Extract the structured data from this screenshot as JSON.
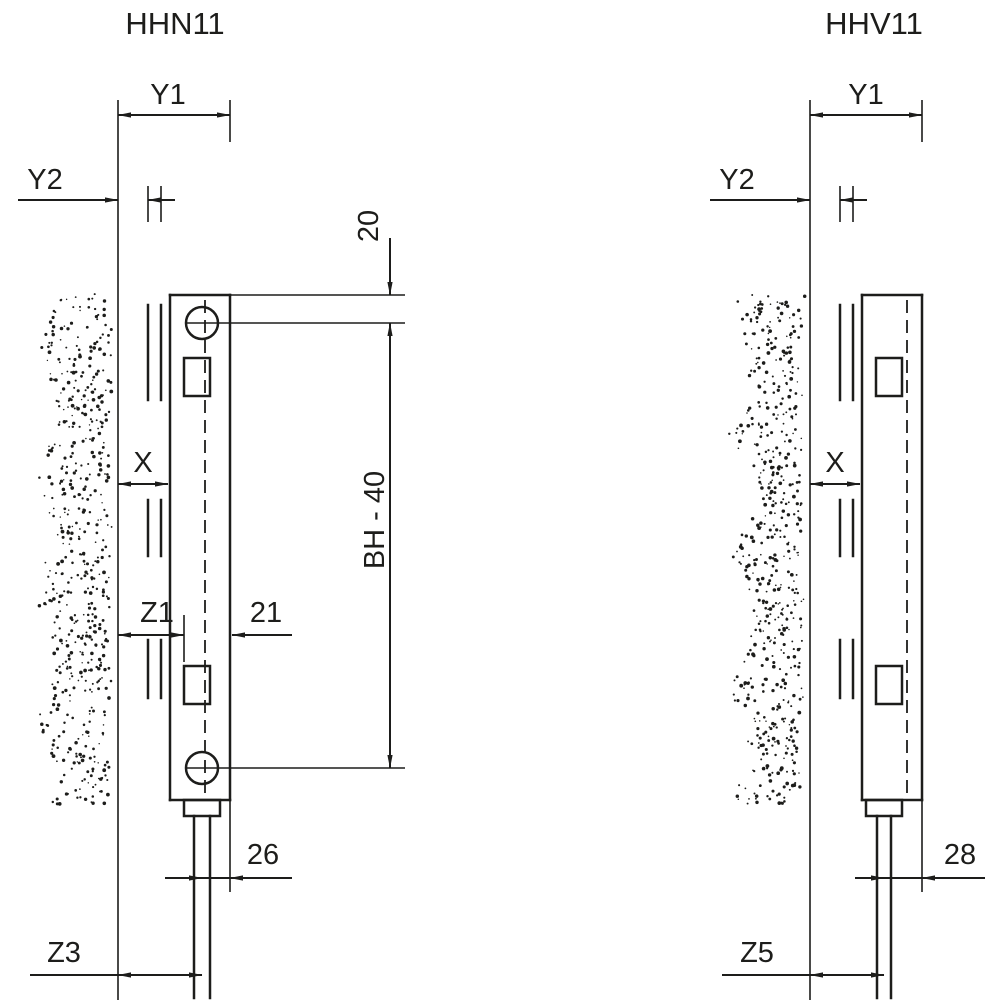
{
  "palette": {
    "line_color": "#1d1d1b",
    "background": "#ffffff"
  },
  "diagrams": [
    {
      "id": "left",
      "title": "HHN11",
      "labels": {
        "y1": "Y1",
        "y2": "Y2",
        "x": "X",
        "z1": "Z1",
        "top_offset": "20",
        "hole_spacing": "BH - 40",
        "front_offset": "21",
        "pipe_offset": "26",
        "bottom_span": "Z3"
      }
    },
    {
      "id": "right",
      "title": "HHV11",
      "labels": {
        "y1": "Y1",
        "y2": "Y2",
        "x": "X",
        "pipe_offset": "28",
        "bottom_span": "Z5"
      }
    }
  ]
}
